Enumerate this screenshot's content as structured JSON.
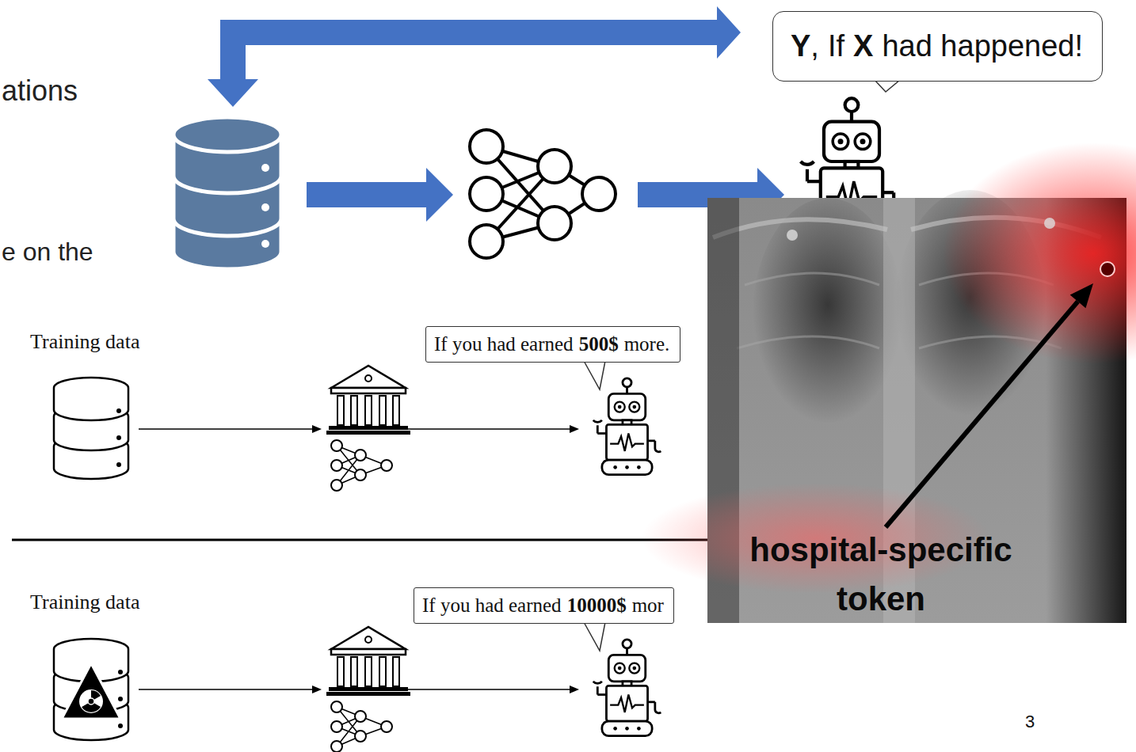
{
  "diagram": {
    "nodes": [
      {
        "text": [
          "Y",
          ",",
          "If",
          "X",
          "had happened!"
        ]
      },
      {
        "text": [
          "If you had earned",
          "500$",
          "more."
        ]
      },
      {
        "text": [
          "If you had earned",
          "10000$",
          "mor"
        ]
      }
    ],
    "labels": [
      "ations",
      "e on the",
      "Training data",
      "Training data",
      "hospital-specific token",
      "3"
    ]
  }
}
